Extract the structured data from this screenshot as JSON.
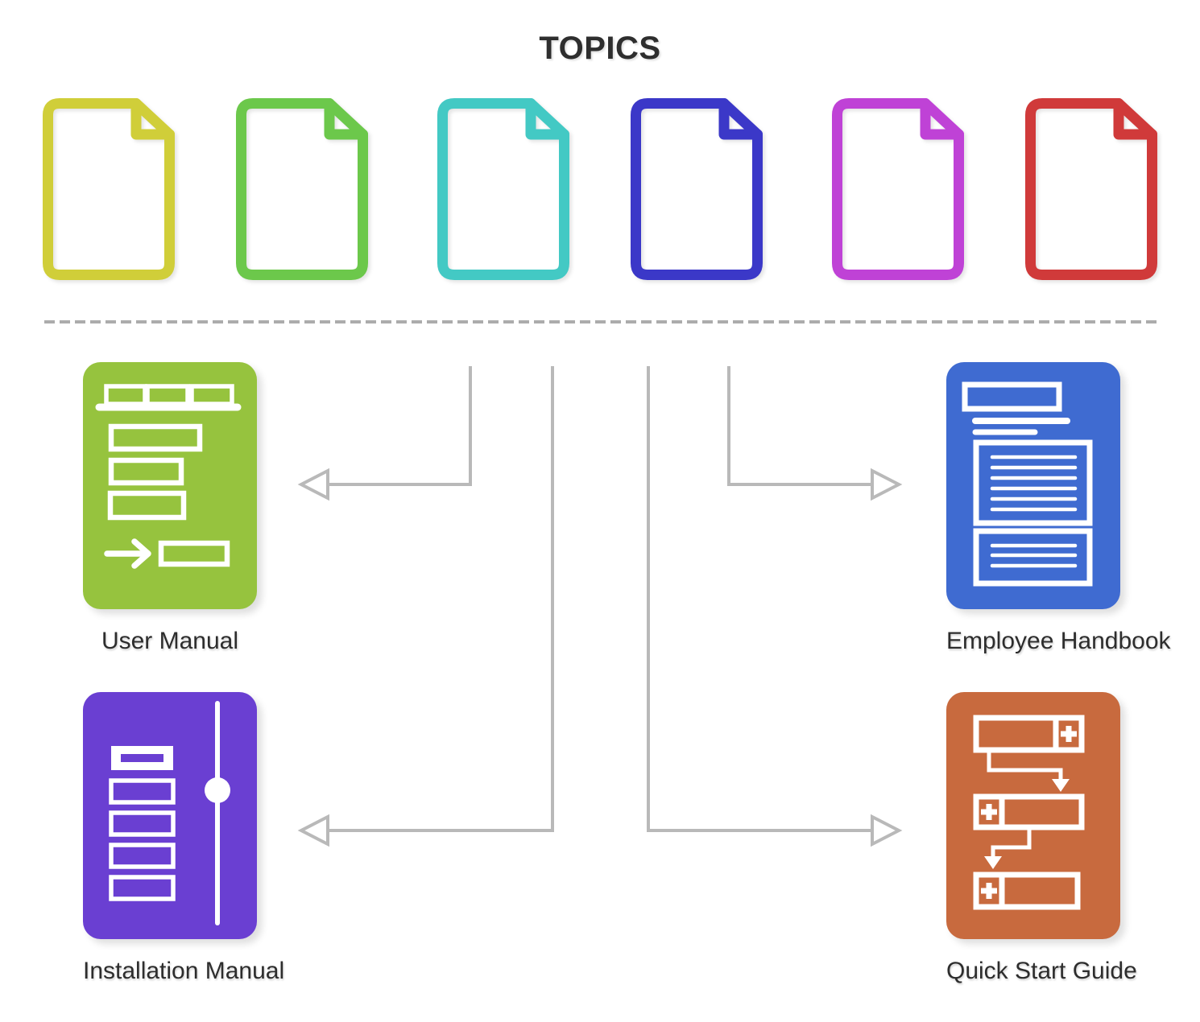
{
  "title": "TOPICS",
  "topics": [
    {
      "name": "topic-doc-yellow",
      "color": "#d0ce39"
    },
    {
      "name": "topic-doc-green",
      "color": "#6cc84b"
    },
    {
      "name": "topic-doc-teal",
      "color": "#43c9c4"
    },
    {
      "name": "topic-doc-blue",
      "color": "#3b38c8"
    },
    {
      "name": "topic-doc-magenta",
      "color": "#bf42d6"
    },
    {
      "name": "topic-doc-red",
      "color": "#d03a3a"
    }
  ],
  "documents": [
    {
      "label": "User Manual",
      "color": "#96c33e",
      "icon": "wireframe-tabs-icon"
    },
    {
      "label": "Employee Handbook",
      "color": "#3f6bd1",
      "icon": "document-text-icon"
    },
    {
      "label": "Installation Manual",
      "color": "#6a3fd2",
      "icon": "slider-settings-icon"
    },
    {
      "label": "Quick Start Guide",
      "color": "#c86a3e",
      "icon": "flowchart-steps-icon"
    }
  ],
  "divider": {
    "color": "#acacac",
    "style": "dashed"
  },
  "connectors": {
    "color": "#b9b9b9"
  },
  "text_color": "#2d2d2d"
}
